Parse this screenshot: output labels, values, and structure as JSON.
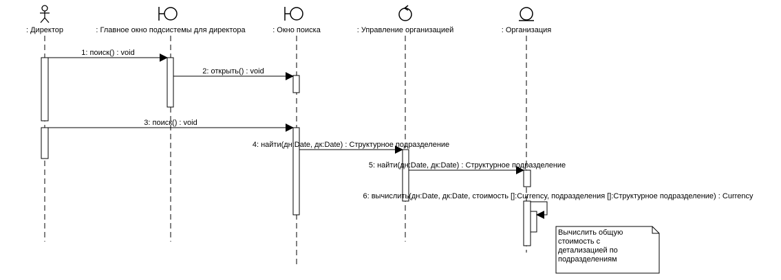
{
  "participants": [
    {
      "id": "director",
      "label": ": Директор",
      "kind": "actor"
    },
    {
      "id": "main_window",
      "label": ": Главное окно подсистемы для директора",
      "kind": "boundary"
    },
    {
      "id": "search_window",
      "label": ": Окно поиска",
      "kind": "boundary"
    },
    {
      "id": "org_management",
      "label": ": Управление организацией",
      "kind": "control"
    },
    {
      "id": "organization",
      "label": ": Организация",
      "kind": "entity"
    }
  ],
  "messages": [
    {
      "n": "1",
      "text": "1: поиск() : void"
    },
    {
      "n": "2",
      "text": "2: открыть() : void"
    },
    {
      "n": "3",
      "text": "3: поиск() : void"
    },
    {
      "n": "4",
      "text": "4: найти(дн:Date, дк:Date) : Структурное подразделение"
    },
    {
      "n": "5",
      "text": "5: найти(дн:Date, дк:Date) : Структурное подразделение"
    },
    {
      "n": "6",
      "text": "6: вычислить(дн:Date, дк:Date, стоимость []:Currency, подразделения []:Структурное подразделение) : Currency"
    }
  ],
  "note": {
    "lines": [
      "Вычислить общую",
      "стоимость с",
      "детализацией по",
      "подразделениям"
    ]
  }
}
